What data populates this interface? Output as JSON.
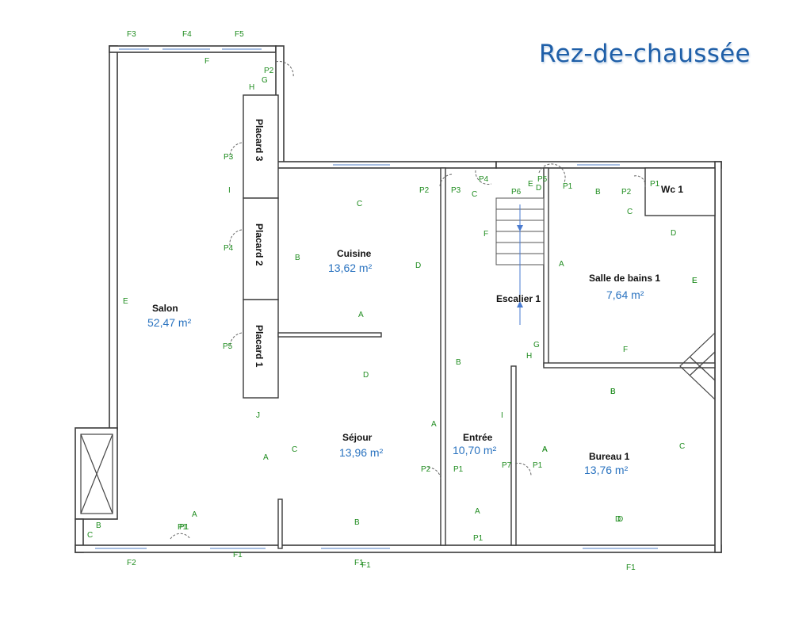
{
  "title": "Rez-de-chaussée",
  "rooms": [
    {
      "name": "Salon",
      "area": "52,47 m²"
    },
    {
      "name": "Cuisine",
      "area": "13,62 m²"
    },
    {
      "name": "Séjour",
      "area": "13,96 m²"
    },
    {
      "name": "Entrée",
      "area": "10,70 m²"
    },
    {
      "name": "Salle de bains 1",
      "area": "7,64 m²"
    },
    {
      "name": "Bureau 1",
      "area": "13,76 m²"
    },
    {
      "name": "Escalier 1",
      "area": ""
    },
    {
      "name": "Wc 1",
      "area": ""
    },
    {
      "name": "Placard 3",
      "area": ""
    },
    {
      "name": "Placard 2",
      "area": ""
    },
    {
      "name": "Placard 1",
      "area": ""
    }
  ],
  "segment_labels": [
    "F3",
    "F4",
    "F5",
    "F",
    "G",
    "H",
    "P2",
    "P3",
    "I",
    "P4",
    "P5",
    "E",
    "J",
    "A",
    "C",
    "B",
    "D",
    "P1",
    "F2",
    "F1",
    "C",
    "P2",
    "P3",
    "C",
    "P4",
    "F",
    "A",
    "B",
    "D",
    "A",
    "P2",
    "P1",
    "B",
    "P1",
    "F1",
    "A",
    "E",
    "P6",
    "P5",
    "D",
    "P1",
    "B",
    "P2",
    "P1",
    "C",
    "D",
    "E",
    "A",
    "F",
    "G",
    "H",
    "B",
    "A",
    "I",
    "P7",
    "P1",
    "A",
    "B",
    "C",
    "D",
    "F1",
    "P1",
    "A",
    "B",
    "C",
    "D",
    "E",
    "F1"
  ]
}
